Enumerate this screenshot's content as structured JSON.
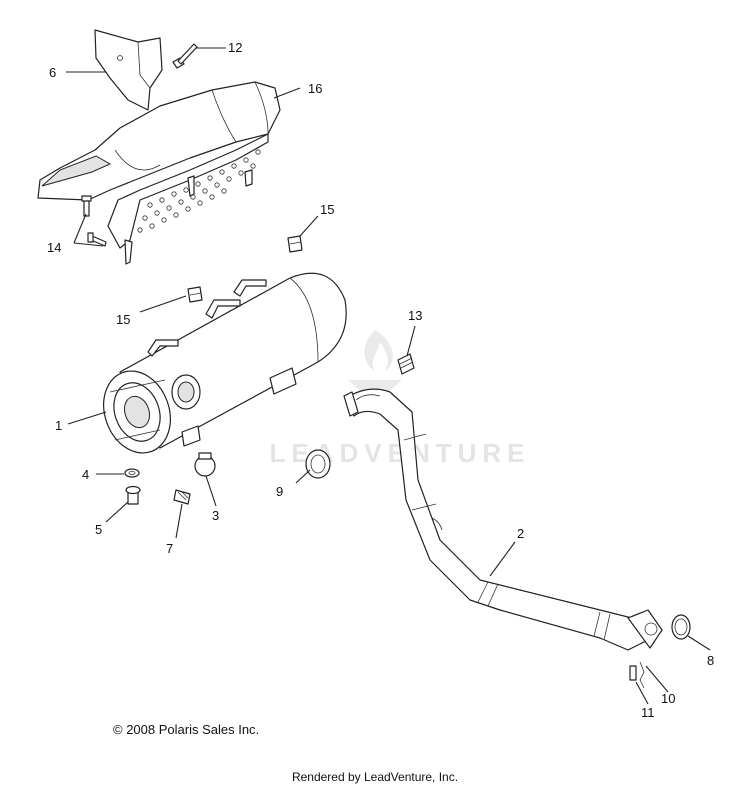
{
  "watermark": {
    "text": "LEADVENTURE"
  },
  "labels": {
    "p1": "1",
    "p2": "2",
    "p3": "3",
    "p4": "4",
    "p5": "5",
    "p6": "6",
    "p7": "7",
    "p8": "8",
    "p9": "9",
    "p10": "10",
    "p11": "11",
    "p12": "12",
    "p13": "13",
    "p14": "14",
    "p15a": "15",
    "p15b": "15",
    "p16": "16"
  },
  "footer": {
    "copyright": "© 2008 Polaris Sales Inc.",
    "rendered_by": "Rendered by LeadVenture, Inc."
  }
}
